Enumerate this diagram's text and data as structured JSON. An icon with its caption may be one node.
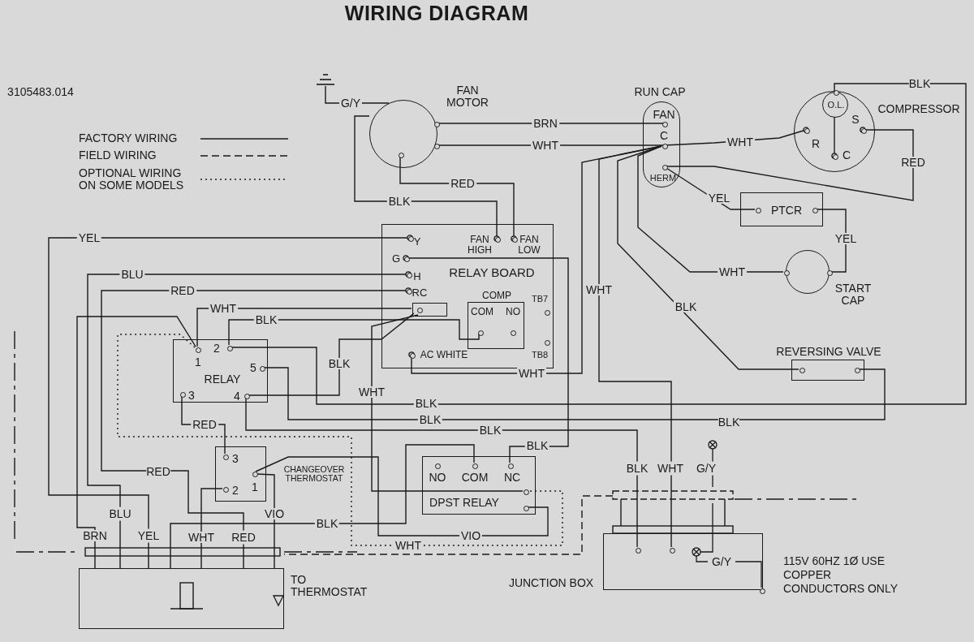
{
  "diagram": {
    "title": "WIRING DIAGRAM",
    "nodes": [
      {
        "text": [
          "FAN MOTOR"
        ]
      },
      {
        "text": [],
        "shape": "ground"
      },
      {
        "text": [
          "RUN CAP",
          "FAN",
          "C",
          "HERM"
        ]
      },
      {
        "text": [
          "COMPRESSOR",
          "R",
          "S",
          "C"
        ]
      },
      {
        "text": [
          "O.L."
        ],
        "in": 3
      },
      {
        "text": [
          "PTCR"
        ]
      },
      {
        "text": [
          "START CAP"
        ]
      },
      {
        "text": [
          "RELAY BOARD",
          "Y",
          "FAN HIGH",
          "FAN LOW",
          "G",
          "H",
          "RC",
          "AC WHITE",
          "TB7",
          "TB8"
        ]
      },
      {
        "text": [
          "COMP",
          "COM",
          "NO"
        ],
        "in": 7
      },
      {
        "text": [
          "REVERSING VALVE"
        ]
      },
      {
        "text": [
          "RELAY",
          "1",
          "2",
          "5",
          "3",
          "4"
        ]
      },
      {
        "text": [
          "CHANGEOVER THERMOSTAT",
          "3",
          "2",
          "1"
        ]
      },
      {
        "text": [
          "NO",
          "COM",
          "NC",
          "DPST RELAY"
        ]
      },
      {
        "text": [],
        "shape": "box",
        "beside": [
          "TO THERMOSTAT"
        ]
      },
      {
        "text": [],
        "shape": "box",
        "beside": [
          "JUNCTION BOX"
        ]
      },
      {
        "text": [],
        "shape": "box",
        "in": 7
      }
    ],
    "edges": [
      {
        "from": 1,
        "to": 0,
        "arrow": "none",
        "label": "G/Y"
      },
      {
        "from": 0,
        "to": 2,
        "arrow": "none",
        "label": "BRN"
      },
      {
        "from": 0,
        "to": 2,
        "arrow": "none",
        "label": "WHT"
      },
      {
        "from": 0,
        "to": 7,
        "arrow": "other",
        "label": "RED"
      },
      {
        "from": 0,
        "to": 7,
        "arrow": "other",
        "label": "BLK"
      },
      {
        "from": 2,
        "to": 3,
        "arrow": "other",
        "label": "WHT"
      },
      {
        "from": 2,
        "to": 3,
        "arrow": "other",
        "label": "RED"
      },
      {
        "from": 2,
        "to": 5,
        "arrow": "none",
        "label": "YEL"
      },
      {
        "from": 5,
        "to": 6,
        "arrow": "none",
        "label": "YEL"
      },
      {
        "from": 2,
        "to": 6,
        "arrow": "none",
        "label": "WHT"
      },
      {
        "from": 2,
        "to": 7,
        "arrow": "other",
        "label": "WHT"
      },
      {
        "from": 2,
        "to": 14,
        "arrow": "none",
        "label": "WHT"
      },
      {
        "from": 2,
        "to": 9,
        "arrow": "none",
        "label": "BLK"
      },
      {
        "from": 10,
        "to": 4,
        "arrow": "none",
        "label": "BLK"
      },
      {
        "from": 10,
        "to": 9,
        "arrow": "none",
        "label": "BLK"
      },
      {
        "from": 10,
        "to": 14,
        "arrow": "none",
        "label": "BLK"
      },
      {
        "from": 10,
        "to": 15,
        "arrow": "none",
        "label": "BLK"
      },
      {
        "from": 10,
        "to": 8,
        "arrow": "none",
        "label": "BLK"
      },
      {
        "from": 10,
        "to": 15,
        "arrow": "none",
        "label": "WHT"
      },
      {
        "from": 13,
        "to": 10,
        "arrow": "none",
        "label": "BRN"
      },
      {
        "from": 13,
        "to": 7,
        "arrow": "other",
        "label": "BLU"
      },
      {
        "from": 13,
        "to": 7,
        "arrow": "other",
        "label": "YEL"
      },
      {
        "from": 13,
        "to": 7,
        "arrow": "other",
        "label": "RED"
      },
      {
        "from": 10,
        "to": 11,
        "arrow": "none",
        "label": "RED"
      },
      {
        "from": 13,
        "to": 11,
        "arrow": "none",
        "label": "WHT"
      },
      {
        "from": 13,
        "to": 11,
        "arrow": "none",
        "label": "VIO"
      },
      {
        "from": 11,
        "to": 12,
        "arrow": "none",
        "label": "VIO"
      },
      {
        "from": 13,
        "to": 12,
        "arrow": "none",
        "label": "BLK"
      },
      {
        "from": 7,
        "to": 12,
        "arrow": "other",
        "label": "BLK"
      },
      {
        "from": 15,
        "to": 12,
        "arrow": "none",
        "label": "WHT"
      },
      {
        "from": 10,
        "to": 12,
        "arrow": "none",
        "label": "WHT",
        "style": "dashed"
      },
      {
        "from": 14,
        "to": 13,
        "arrow": "none",
        "style": "dashed"
      },
      {
        "from": 4,
        "to": 3,
        "arrow": "other"
      }
    ],
    "labels": [
      "BLK",
      "3105483.014",
      "BLK",
      "BLK",
      "WHT",
      "G/Y",
      "RED",
      "BLU",
      "YEL",
      "RED",
      "G/Y",
      "115V 60HZ 1Ø USE COPPER CONDUCTORS ONLY"
    ],
    "legend": [
      {
        "text": "FACTORY WIRING"
      },
      {
        "text": "FIELD WIRING"
      },
      {
        "text": "OPTIONAL WIRING ON SOME MODELS"
      }
    ]
  }
}
